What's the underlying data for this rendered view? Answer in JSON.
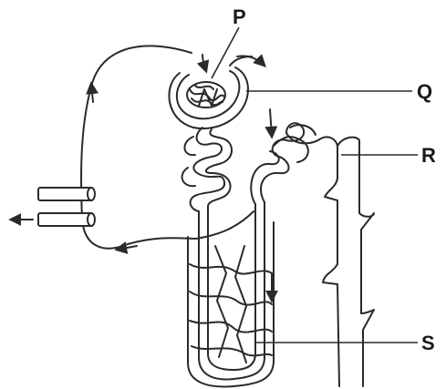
{
  "diagram": {
    "labels": {
      "p": "P",
      "q": "Q",
      "r": "R",
      "s": "S"
    },
    "colors": {
      "line": "#2a2a2a",
      "background": "#ffffff"
    }
  }
}
